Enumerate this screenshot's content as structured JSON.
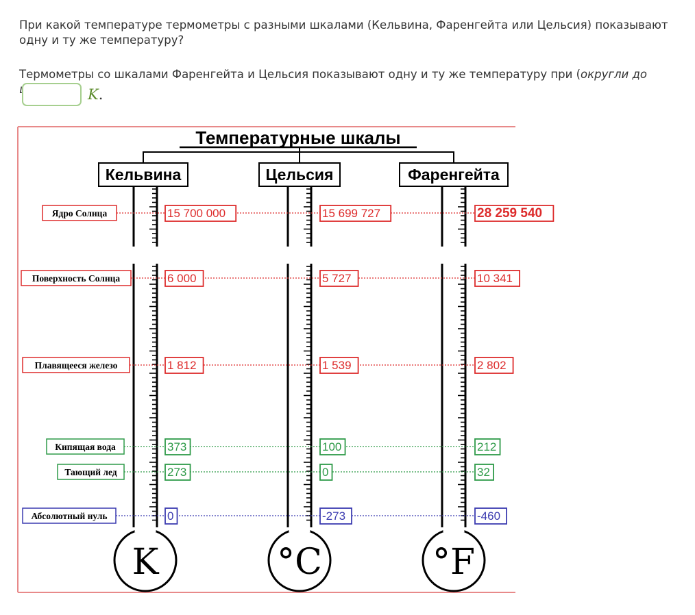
{
  "question": {
    "line1": "При какой температуре термометры с разными шкалами (Кельвина, Фаренгейта или Цельсия) показывают одну и ту же температуру?",
    "line2_prefix": "Термометры со шкалами Фаренгейта и Цельсия показывают одну и ту же температуру при (",
    "line2_hint": "округли до целых",
    "line2_suffix": ")",
    "answer_value": "",
    "unit": "K",
    "unit_dot": "."
  },
  "diagram": {
    "title": "Температурные шкалы",
    "scales": [
      {
        "name": "Кельвина",
        "symbol": "K"
      },
      {
        "name": "Цельсия",
        "symbol": "°C"
      },
      {
        "name": "Фаренгейта",
        "symbol": "°F"
      }
    ],
    "rows": [
      {
        "label": "Ядро Солнца",
        "color": "#dd2b2b",
        "values": [
          "15 700 000",
          "15 699 727",
          "28 259 540"
        ]
      },
      {
        "label": "Поверхность Солнца",
        "color": "#dd2b2b",
        "values": [
          "6 000",
          "5 727",
          "10 341"
        ]
      },
      {
        "label": "Плавящееся железо",
        "color": "#dd2b2b",
        "values": [
          "1 812",
          "1 539",
          "2 802"
        ]
      },
      {
        "label": "Кипящая вода",
        "color": "#2e9a48",
        "values": [
          "373",
          "100",
          "212"
        ]
      },
      {
        "label": "Тающий лед",
        "color": "#2e9a48",
        "values": [
          "273",
          "0",
          "32"
        ]
      },
      {
        "label": "Абсолютный нуль",
        "color": "#3b3bb0",
        "values": [
          "0",
          "-273",
          "-460"
        ]
      }
    ]
  }
}
